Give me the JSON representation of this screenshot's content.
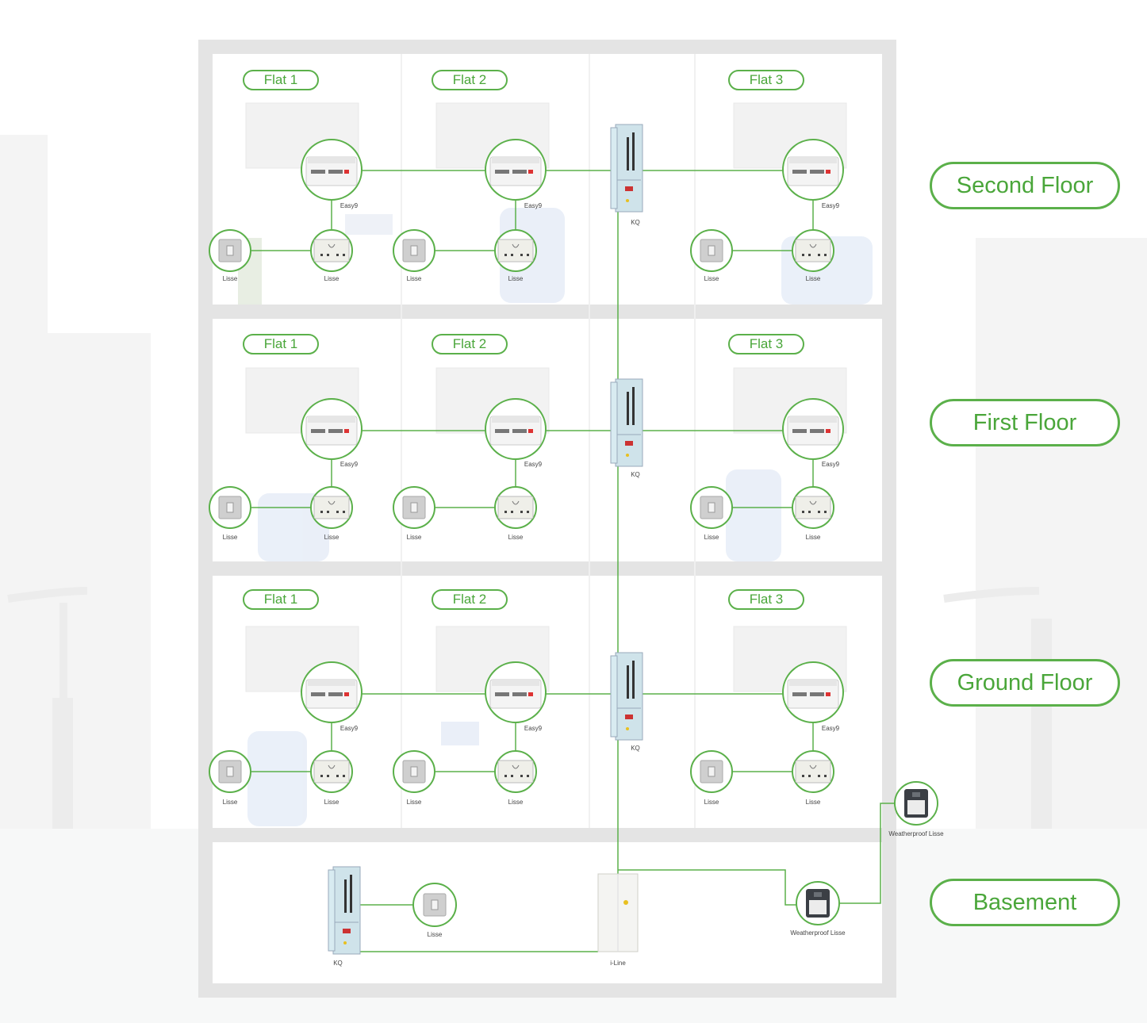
{
  "floors": [
    "Second Floor",
    "First Floor",
    "Ground Floor",
    "Basement"
  ],
  "flats": [
    "Flat 1",
    "Flat 2",
    "Flat 3"
  ],
  "devices": {
    "consumer_unit": "Easy9",
    "switch": "Lisse",
    "socket": "Lisse",
    "panel": "KQ",
    "busbar": "i-Line",
    "weatherproof": "Weatherproof Lisse"
  },
  "colors": {
    "accent": "#5bb04a",
    "building": "#e5e5e5",
    "panel": "#cfe6ee"
  }
}
